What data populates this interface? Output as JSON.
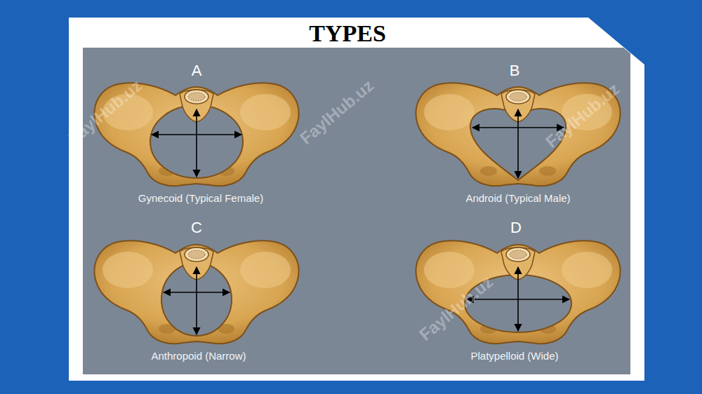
{
  "diagram": {
    "title": "TYPES",
    "labels": [
      "A",
      "Gynecoid (Typical Female)",
      "B",
      "Android (Typical Male)",
      "C",
      "Anthropoid (Narrow)",
      "D",
      "Platypelloid (Wide)",
      "FaylHub.uz",
      "FaylHub.uz",
      "FaylHub.uz",
      "FaylHub.uz"
    ]
  }
}
